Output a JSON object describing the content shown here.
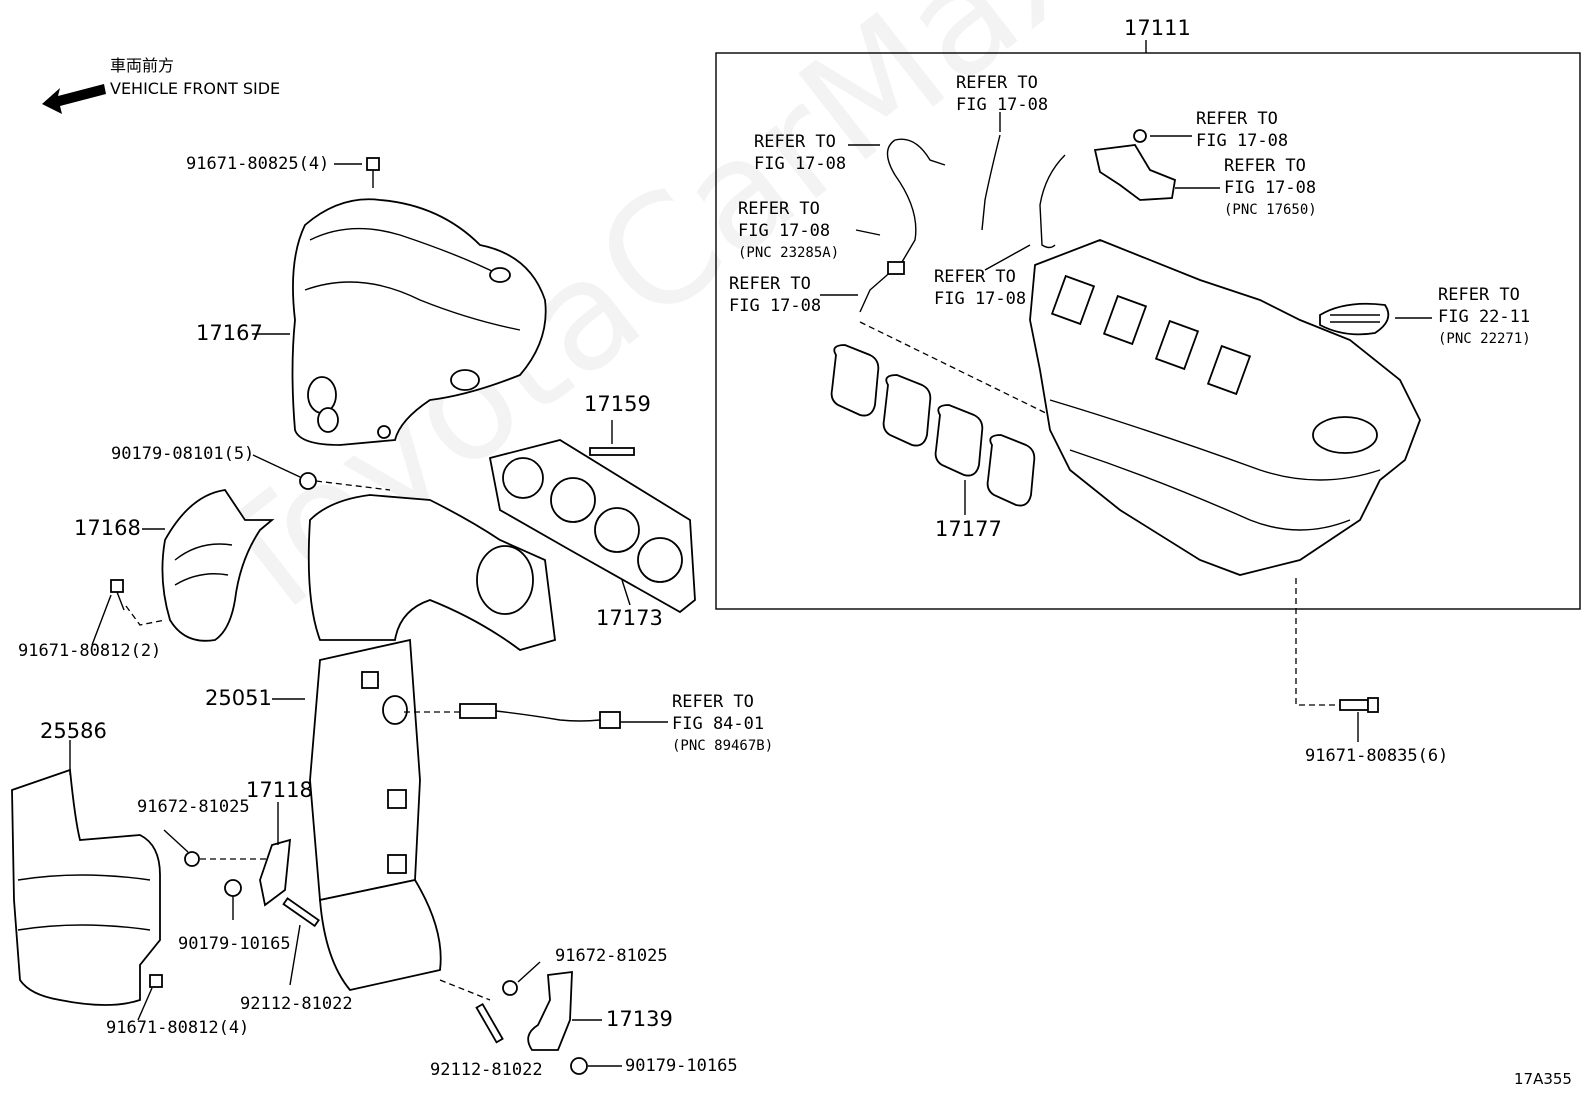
{
  "header": {
    "jp": "車両前方",
    "en": "VEHICLE FRONT SIDE"
  },
  "watermark": "ToyotaCarMax.ru",
  "figure_code": "17A355",
  "parts": {
    "p17111": "17111",
    "p17167": "17167",
    "p17168": "17168",
    "p17159": "17159",
    "p17173": "17173",
    "p17177": "17177",
    "p25051": "25051",
    "p25586": "25586",
    "p17118": "17118",
    "p17139": "17139",
    "b91671_80825": "91671-80825(4)",
    "b90179_08101": "90179-08101(5)",
    "b91671_80812_2": "91671-80812(2)",
    "b91672_81025_a": "91672-81025",
    "b90179_10165_a": "90179-10165",
    "b92112_81022_a": "92112-81022",
    "b91671_80812_4": "91671-80812(4)",
    "b92112_81022_b": "92112-81022",
    "b91672_81025_b": "91672-81025",
    "b90179_10165_b": "90179-10165",
    "b91671_80835": "91671-80835(6)"
  },
  "refs": {
    "r1": {
      "l1": "REFER TO",
      "l2": "FIG 17-08",
      "l3": ""
    },
    "r2": {
      "l1": "REFER TO",
      "l2": "FIG 17-08",
      "l3": ""
    },
    "r3": {
      "l1": "REFER TO",
      "l2": "FIG 17-08",
      "l3": "(PNC 23285A)"
    },
    "r4": {
      "l1": "REFER TO",
      "l2": "FIG 17-08",
      "l3": ""
    },
    "r5": {
      "l1": "REFER TO",
      "l2": "FIG 17-08",
      "l3": ""
    },
    "r6": {
      "l1": "REFER TO",
      "l2": "FIG 17-08",
      "l3": ""
    },
    "r7": {
      "l1": "REFER TO",
      "l2": "FIG 17-08",
      "l3": "(PNC 17650)"
    },
    "r8": {
      "l1": "REFER TO",
      "l2": "FIG 22-11",
      "l3": "(PNC 22271)"
    },
    "r9": {
      "l1": "REFER TO",
      "l2": "FIG 84-01",
      "l3": "(PNC 89467B)"
    }
  }
}
